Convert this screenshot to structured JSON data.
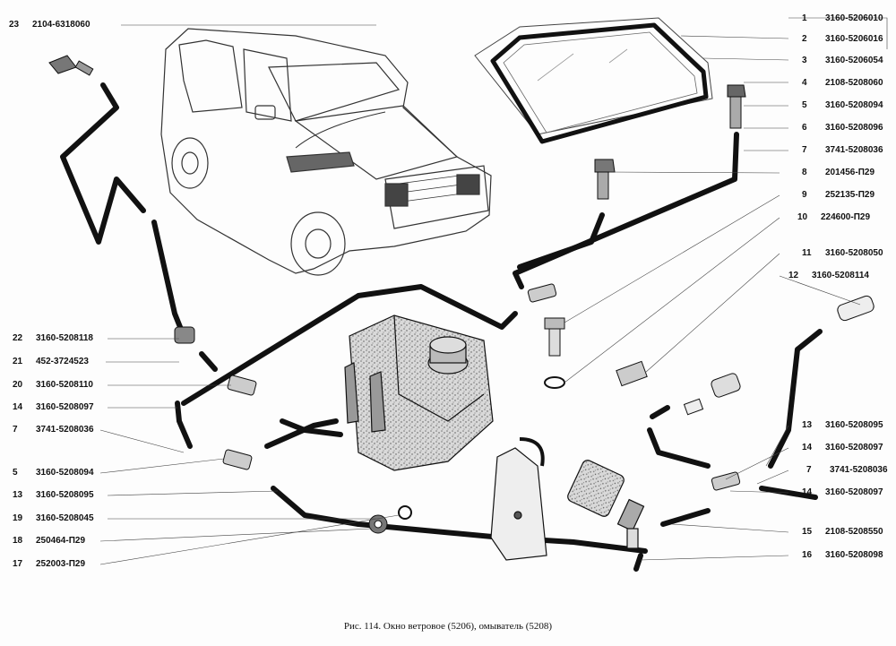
{
  "caption": "Рис. 114. Окно ветровое (5206), омыватель (5208)",
  "labels_left": [
    {
      "num": "23",
      "code": "2104-6318060"
    },
    {
      "num": "22",
      "code": "3160-5208118"
    },
    {
      "num": "21",
      "code": "452-3724523"
    },
    {
      "num": "20",
      "code": "3160-5208110"
    },
    {
      "num": "14",
      "code": "3160-5208097"
    },
    {
      "num": "7",
      "code": "3741-5208036"
    },
    {
      "num": "5",
      "code": "3160-5208094"
    },
    {
      "num": "13",
      "code": "3160-5208095"
    },
    {
      "num": "19",
      "code": "3160-5208045"
    },
    {
      "num": "18",
      "code": "250464-П29"
    },
    {
      "num": "17",
      "code": "252003-П29"
    }
  ],
  "labels_right": [
    {
      "num": "1",
      "code": "3160-5206010"
    },
    {
      "num": "2",
      "code": "3160-5206016"
    },
    {
      "num": "3",
      "code": "3160-5206054"
    },
    {
      "num": "4",
      "code": "2108-5208060"
    },
    {
      "num": "5",
      "code": "3160-5208094"
    },
    {
      "num": "6",
      "code": "3160-5208096"
    },
    {
      "num": "7",
      "code": "3741-5208036"
    },
    {
      "num": "8",
      "code": "201456-П29"
    },
    {
      "num": "9",
      "code": "252135-П29"
    },
    {
      "num": "10",
      "code": "224600-П29"
    },
    {
      "num": "11",
      "code": "3160-5208050"
    },
    {
      "num": "12",
      "code": "3160-5208114"
    },
    {
      "num": "13",
      "code": "3160-5208095"
    },
    {
      "num": "14",
      "code": "3160-5208097"
    },
    {
      "num": "7",
      "code": "3741-5208036"
    },
    {
      "num": "14",
      "code": "3160-5208097"
    },
    {
      "num": "15",
      "code": "2108-5208550"
    },
    {
      "num": "16",
      "code": "3160-5208098"
    }
  ]
}
